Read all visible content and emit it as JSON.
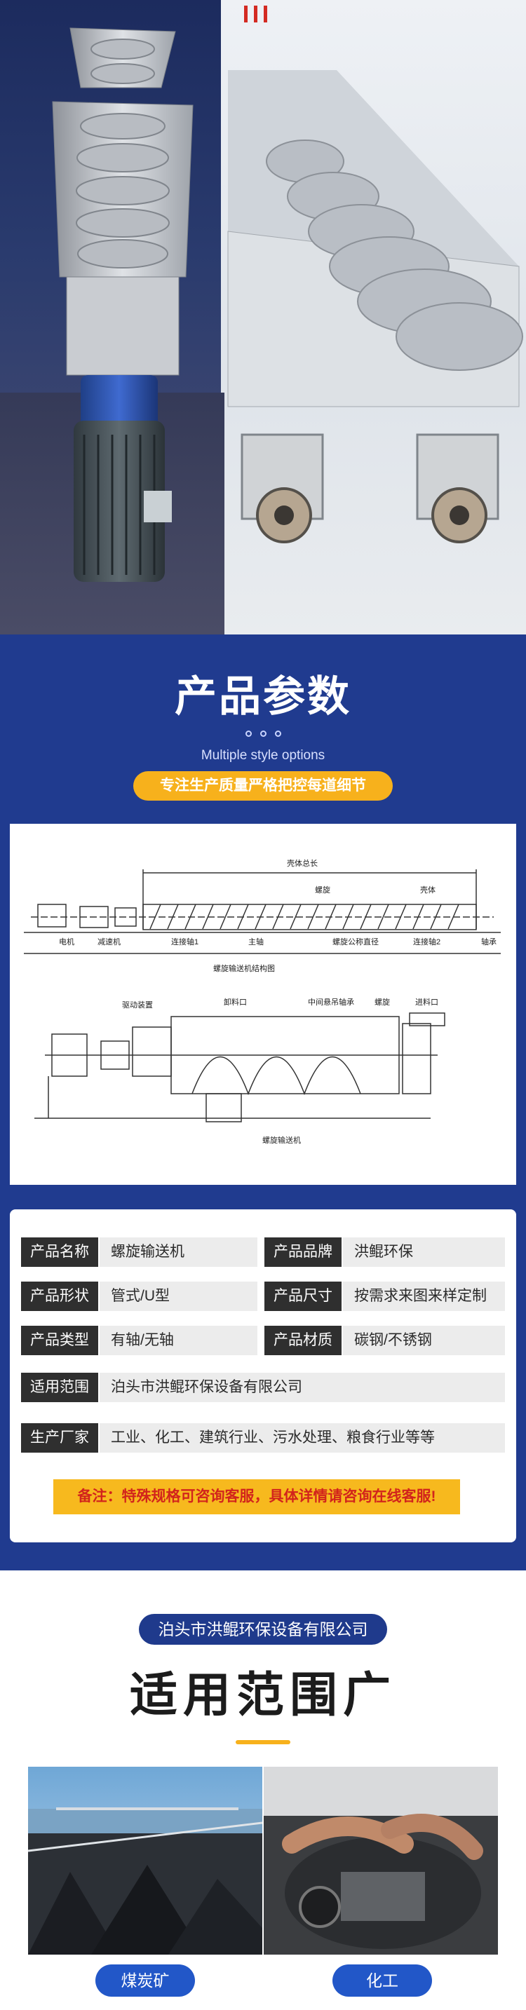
{
  "params": {
    "title": "产品参数",
    "subtitle_en": "Multiple  style options",
    "slogan": "专注生产质量严格把控每道细节"
  },
  "diagram": {
    "top": {
      "total_length": "壳体总长",
      "screw_blade": "螺旋",
      "shell": "壳体",
      "motor": "电机",
      "reducer": "减速机",
      "coupling_shaft_1": "连接轴1",
      "main_shaft": "主轴",
      "screw_diameter": "螺旋公称直径",
      "coupling_shaft_2": "连接轴2",
      "bearing": "轴承",
      "caption": "螺旋输送机结构图"
    },
    "bottom": {
      "drive": "驱动装置",
      "discharge": "卸料口",
      "hanger": "中间悬吊轴承",
      "screw": "螺旋",
      "feed": "进料口",
      "caption": "螺旋输送机"
    }
  },
  "specs": {
    "rows": [
      {
        "label": "产品名称",
        "value": "螺旋输送机",
        "label2": "产品品牌",
        "value2": "洪鲲环保"
      },
      {
        "label": "产品形状",
        "value": "管式/U型",
        "label2": "产品尺寸",
        "value2": "按需求来图来样定制"
      },
      {
        "label": "产品类型",
        "value": "有轴/无轴",
        "label2": "产品材质",
        "value2": "碳钢/不锈钢"
      },
      {
        "label": "适用范围",
        "value": "泊头市洪鲲环保设备有限公司"
      },
      {
        "label": "生产厂家",
        "value": "工业、化工、建筑行业、污水处理、粮食行业等等"
      }
    ],
    "note": "备注：特殊规格可咨询客服，具体详情请咨询在线客服!"
  },
  "applications": {
    "company": "泊头市洪鲲环保设备有限公司",
    "title": "适用范围广",
    "items": [
      {
        "label": "煤炭矿"
      },
      {
        "label": "化工"
      }
    ]
  },
  "colors": {
    "navy": "#203b8f",
    "accent": "#f7b11c",
    "pill_blue": "#2257c8",
    "label_dark": "#2f2f2f",
    "note_red": "#d2241c"
  }
}
